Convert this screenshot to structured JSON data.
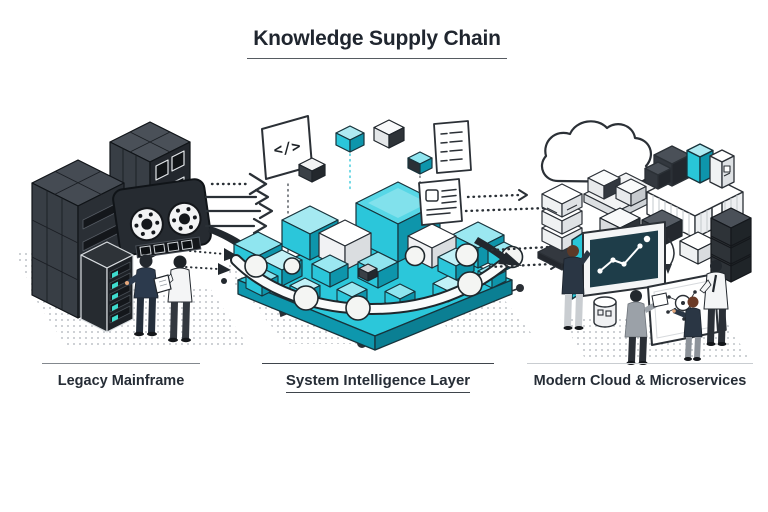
{
  "title": "Knowledge Supply Chain",
  "stages": [
    {
      "id": "legacy-mainframe",
      "label": "Legacy Mainframe"
    },
    {
      "id": "system-intelligence-layer",
      "label": "System Intelligence Layer"
    },
    {
      "id": "modern-cloud-microservices",
      "label": "Modern Cloud & Microservices"
    }
  ],
  "glyphs": {
    "code_panel": "</>"
  },
  "flows": [
    {
      "from": "legacy-mainframe",
      "to": "system-intelligence-layer",
      "style": "solid-and-dotted-arrows"
    },
    {
      "from": "system-intelligence-layer",
      "to": "modern-cloud-microservices",
      "style": "dotted-arrows"
    }
  ],
  "colors": {
    "accent_cyan": "#29C6D8",
    "accent_cyan_light": "#AEEAF2",
    "accent_teal_dark": "#0E95AB",
    "charcoal": "#2E333A",
    "ink": "#242B34",
    "screen_dark": "#1E3D49",
    "background": "#FFFFFF"
  }
}
